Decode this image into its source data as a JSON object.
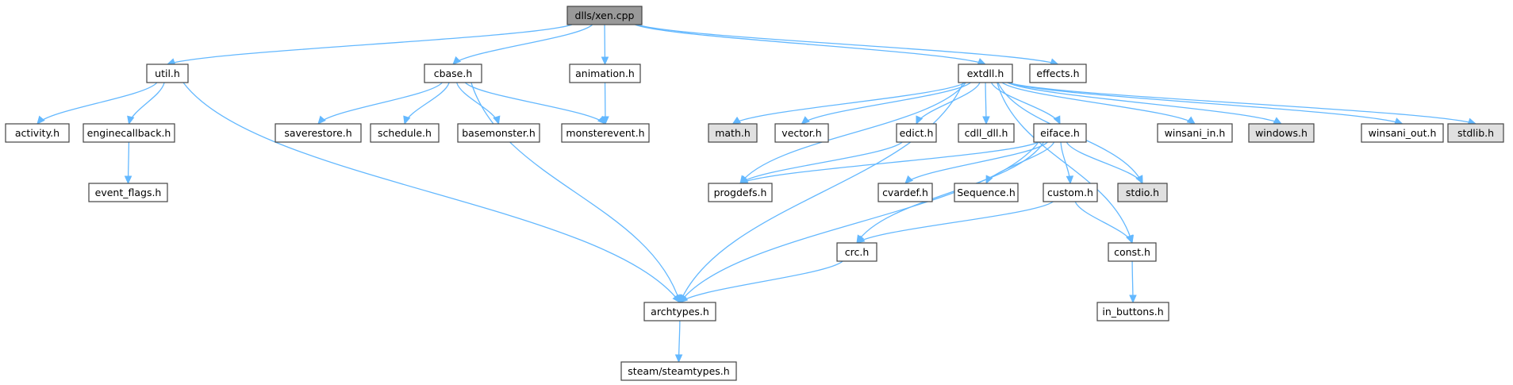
{
  "graph": {
    "nodes": [
      {
        "id": "xen",
        "label": "dlls/xen.cpp",
        "style": "root"
      },
      {
        "id": "util",
        "label": "util.h",
        "style": "normal"
      },
      {
        "id": "cbase",
        "label": "cbase.h",
        "style": "normal"
      },
      {
        "id": "animation",
        "label": "animation.h",
        "style": "normal"
      },
      {
        "id": "extdll",
        "label": "extdll.h",
        "style": "normal"
      },
      {
        "id": "effects",
        "label": "effects.h",
        "style": "normal"
      },
      {
        "id": "activity",
        "label": "activity.h",
        "style": "normal"
      },
      {
        "id": "enginecallback",
        "label": "enginecallback.h",
        "style": "normal"
      },
      {
        "id": "event_flags",
        "label": "event_flags.h",
        "style": "normal"
      },
      {
        "id": "saverestore",
        "label": "saverestore.h",
        "style": "normal"
      },
      {
        "id": "schedule",
        "label": "schedule.h",
        "style": "normal"
      },
      {
        "id": "basemonster",
        "label": "basemonster.h",
        "style": "normal"
      },
      {
        "id": "monsterevent",
        "label": "monsterevent.h",
        "style": "normal"
      },
      {
        "id": "math",
        "label": "math.h",
        "style": "system"
      },
      {
        "id": "vector",
        "label": "vector.h",
        "style": "normal"
      },
      {
        "id": "edict",
        "label": "edict.h",
        "style": "normal"
      },
      {
        "id": "cdll_dll",
        "label": "cdll_dll.h",
        "style": "normal"
      },
      {
        "id": "eiface",
        "label": "eiface.h",
        "style": "normal"
      },
      {
        "id": "winsani_in",
        "label": "winsani_in.h",
        "style": "normal"
      },
      {
        "id": "windows",
        "label": "windows.h",
        "style": "system"
      },
      {
        "id": "winsani_out",
        "label": "winsani_out.h",
        "style": "normal"
      },
      {
        "id": "stdlib",
        "label": "stdlib.h",
        "style": "system"
      },
      {
        "id": "progdefs",
        "label": "progdefs.h",
        "style": "normal"
      },
      {
        "id": "cvardef",
        "label": "cvardef.h",
        "style": "normal"
      },
      {
        "id": "sequence",
        "label": "Sequence.h",
        "style": "normal"
      },
      {
        "id": "custom",
        "label": "custom.h",
        "style": "normal"
      },
      {
        "id": "stdio",
        "label": "stdio.h",
        "style": "system"
      },
      {
        "id": "crc",
        "label": "crc.h",
        "style": "normal"
      },
      {
        "id": "const",
        "label": "const.h",
        "style": "normal"
      },
      {
        "id": "archtypes",
        "label": "archtypes.h",
        "style": "normal"
      },
      {
        "id": "in_buttons",
        "label": "in_buttons.h",
        "style": "normal"
      },
      {
        "id": "steamtypes",
        "label": "steam/steamtypes.h",
        "style": "normal"
      }
    ],
    "edges": [
      [
        "xen",
        "util"
      ],
      [
        "xen",
        "cbase"
      ],
      [
        "xen",
        "animation"
      ],
      [
        "xen",
        "extdll"
      ],
      [
        "xen",
        "effects"
      ],
      [
        "util",
        "activity"
      ],
      [
        "util",
        "enginecallback"
      ],
      [
        "util",
        "archtypes"
      ],
      [
        "enginecallback",
        "event_flags"
      ],
      [
        "cbase",
        "saverestore"
      ],
      [
        "cbase",
        "schedule"
      ],
      [
        "cbase",
        "basemonster"
      ],
      [
        "cbase",
        "monsterevent"
      ],
      [
        "cbase",
        "archtypes"
      ],
      [
        "animation",
        "monsterevent"
      ],
      [
        "extdll",
        "archtypes"
      ],
      [
        "extdll",
        "math"
      ],
      [
        "extdll",
        "vector"
      ],
      [
        "extdll",
        "edict"
      ],
      [
        "extdll",
        "cdll_dll"
      ],
      [
        "extdll",
        "eiface"
      ],
      [
        "extdll",
        "progdefs"
      ],
      [
        "extdll",
        "stdio"
      ],
      [
        "extdll",
        "const"
      ],
      [
        "extdll",
        "winsani_in"
      ],
      [
        "extdll",
        "windows"
      ],
      [
        "extdll",
        "winsani_out"
      ],
      [
        "extdll",
        "stdlib"
      ],
      [
        "edict",
        "progdefs"
      ],
      [
        "eiface",
        "progdefs"
      ],
      [
        "eiface",
        "cvardef"
      ],
      [
        "eiface",
        "sequence"
      ],
      [
        "eiface",
        "custom"
      ],
      [
        "eiface",
        "stdio"
      ],
      [
        "eiface",
        "crc"
      ],
      [
        "eiface",
        "archtypes"
      ],
      [
        "custom",
        "crc"
      ],
      [
        "custom",
        "const"
      ],
      [
        "crc",
        "archtypes"
      ],
      [
        "const",
        "in_buttons"
      ],
      [
        "archtypes",
        "steamtypes"
      ]
    ],
    "colors": {
      "root_fill": "#999999",
      "normal_fill": "#ffffff",
      "system_fill": "#e0e0e0",
      "border": "#444444",
      "edge": "#63b8ff"
    }
  }
}
